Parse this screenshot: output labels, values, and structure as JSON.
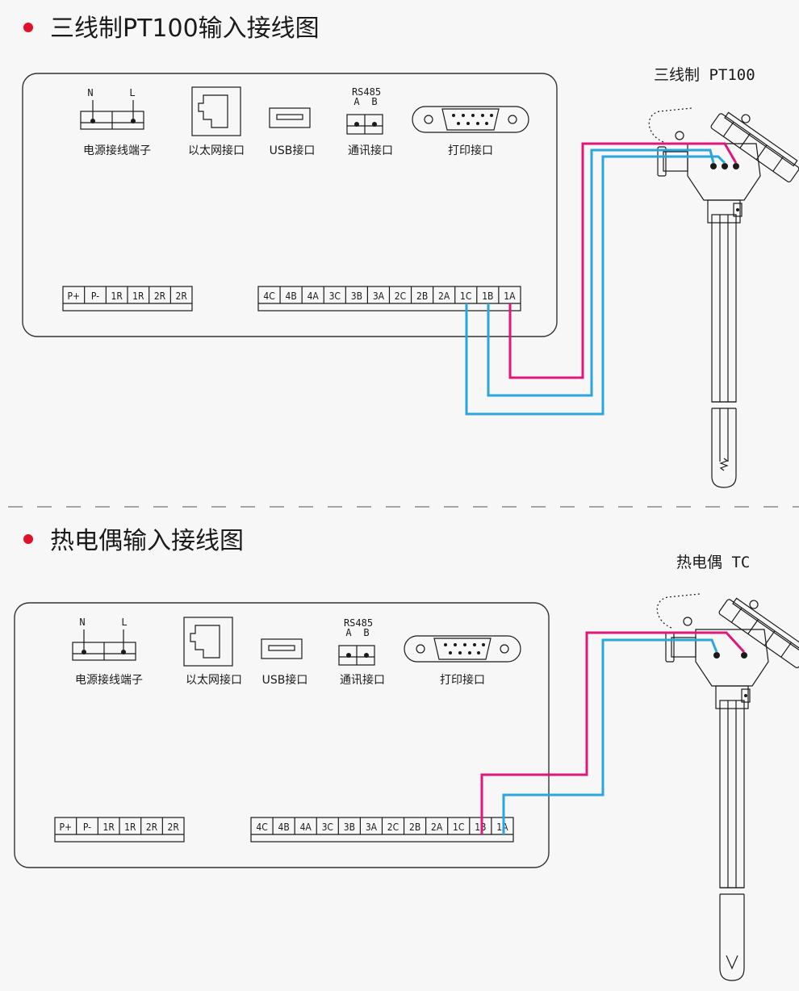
{
  "colors": {
    "bullet": "#e0102a",
    "wire_magenta": "#e0177a",
    "wire_blue": "#2aa6df",
    "panel_border": "#333333"
  },
  "sections": [
    {
      "title": "三线制PT100输入接线图",
      "sensor_label": "三线制 PT100",
      "power": {
        "n": "N",
        "l": "L",
        "caption": "电源接线端子"
      },
      "ethernet_caption": "以太网接口",
      "usb_caption": "USB接口",
      "comm": {
        "rs485": "RS485",
        "a": "A",
        "b": "B",
        "caption": "通讯接口"
      },
      "print_caption": "打印接口",
      "left_terminals": [
        "P+",
        "P-",
        "1R",
        "1R",
        "2R",
        "2R"
      ],
      "right_terminals": [
        "4C",
        "4B",
        "4A",
        "3C",
        "3B",
        "3A",
        "2C",
        "2B",
        "2A",
        "1C",
        "1B",
        "1A"
      ]
    },
    {
      "title": "热电偶输入接线图",
      "sensor_label": "热电偶 TC",
      "power": {
        "n": "N",
        "l": "L",
        "caption": "电源接线端子"
      },
      "ethernet_caption": "以太网接口",
      "usb_caption": "USB接口",
      "comm": {
        "rs485": "RS485",
        "a": "A",
        "b": "B",
        "caption": "通讯接口"
      },
      "print_caption": "打印接口",
      "left_terminals": [
        "P+",
        "P-",
        "1R",
        "1R",
        "2R",
        "2R"
      ],
      "right_terminals": [
        "4C",
        "4B",
        "4A",
        "3C",
        "3B",
        "3A",
        "2C",
        "2B",
        "2A",
        "1C",
        "1B",
        "1A"
      ]
    }
  ]
}
